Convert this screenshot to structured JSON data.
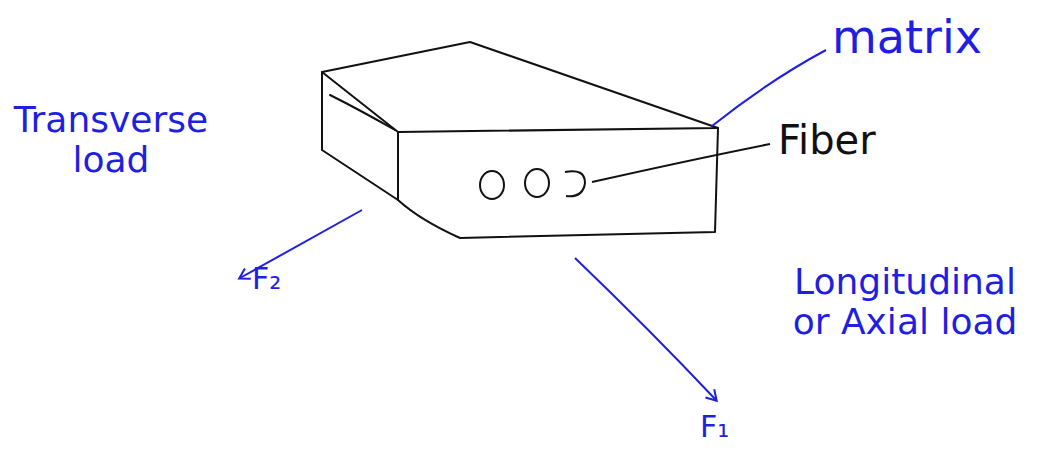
{
  "diagram": {
    "labels": [
      "matrix",
      "Fiber",
      "Transverse load",
      "F₂",
      "Longitudinal or Axial load",
      "F₁"
    ]
  }
}
